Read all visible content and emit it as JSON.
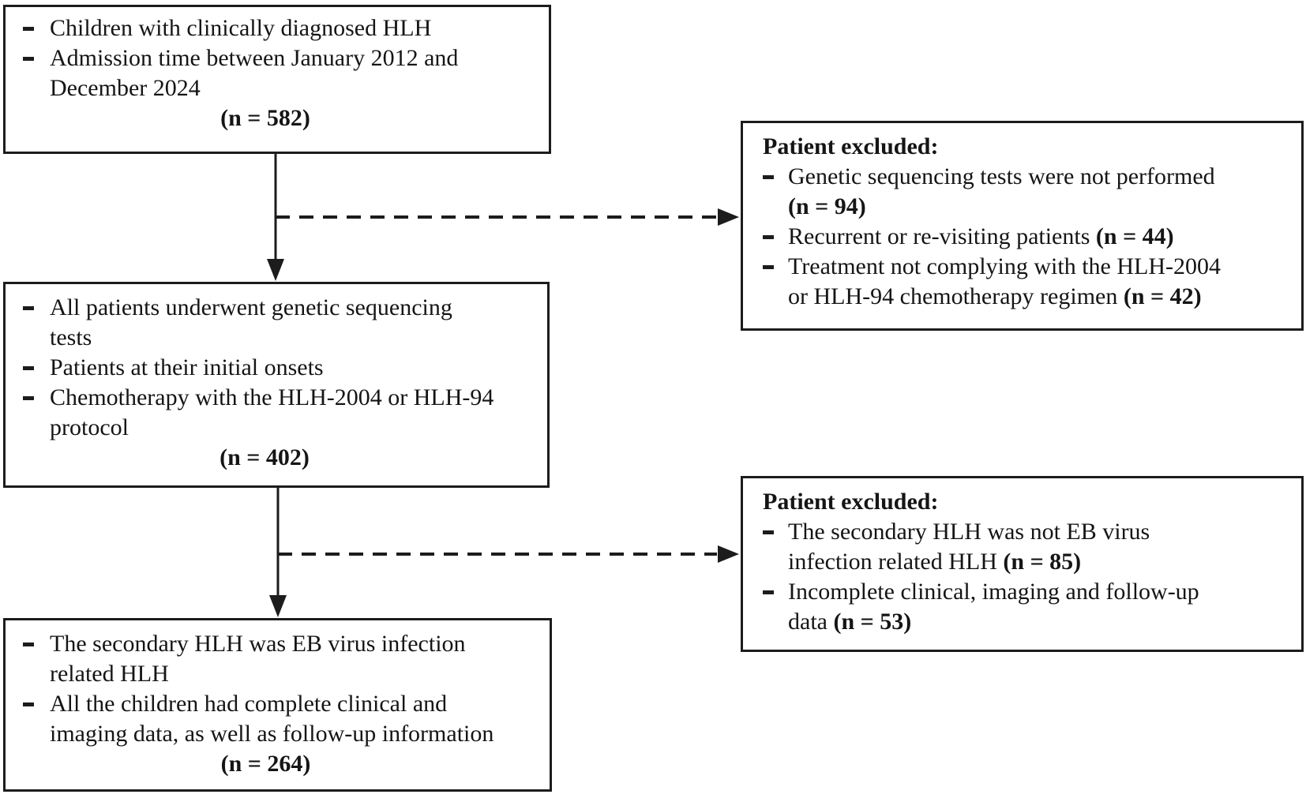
{
  "figure": {
    "type": "patient-selection-flow-diagram",
    "background": "#ffffff",
    "line_color": "#1c1c1c"
  },
  "boxes": {
    "enrollment": {
      "items": [
        {
          "text": "Children with clinically diagnosed HLH"
        },
        {
          "text": "Admission time between January 2012 and\nDecember 2024"
        }
      ],
      "count": "(n = 582)"
    },
    "screened": {
      "items": [
        {
          "text": "All patients underwent genetic sequencing\ntests"
        },
        {
          "text": "Patients at their initial onsets"
        },
        {
          "text": "Chemotherapy with the HLH-2004 or HLH-94\nprotocol"
        }
      ],
      "count": "(n = 402)"
    },
    "final": {
      "items": [
        {
          "text": "The secondary HLH was EB virus infection\nrelated HLH"
        },
        {
          "text": "All the children had complete clinical and\nimaging data, as well as follow-up information"
        }
      ],
      "count": "(n = 264)"
    },
    "excluded1": {
      "title": "Patient excluded:",
      "items": [
        {
          "text": "Genetic sequencing tests were not performed\n",
          "bold": "(n = 94)"
        },
        {
          "text": "Recurrent or re-visiting patients ",
          "bold": "(n = 44)"
        },
        {
          "text": "Treatment not complying with the HLH-2004\nor HLH-94 chemotherapy regimen ",
          "bold": "(n = 42)"
        }
      ]
    },
    "excluded2": {
      "title": "Patient excluded:",
      "items": [
        {
          "text": "The secondary HLH was not EB virus\ninfection related HLH ",
          "bold": "(n = 85)"
        },
        {
          "text": "Incomplete clinical, imaging and follow-up\ndata ",
          "bold": "(n = 53)"
        }
      ]
    }
  }
}
